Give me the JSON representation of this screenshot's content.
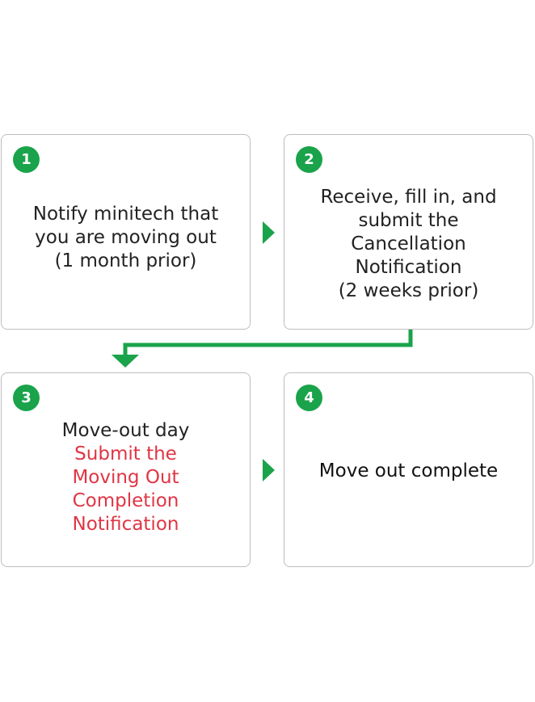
{
  "colors": {
    "accent_green": "#1aa34a",
    "highlight_red": "#e03545",
    "text_dark": "#222222",
    "box_border": "#bdbdbd"
  },
  "steps": [
    {
      "number": "1",
      "lines": [
        "Notify minitech that",
        "you are moving out",
        "(1 month prior)"
      ]
    },
    {
      "number": "2",
      "lines": [
        "Receive, fill in, and",
        "submit the",
        "Cancellation",
        "Notification",
        "(2 weeks prior)"
      ]
    },
    {
      "number": "3",
      "lines": [
        "Move-out day"
      ],
      "highlight_lines": [
        "Submit the",
        "Moving Out",
        "Completion",
        "Notification"
      ]
    },
    {
      "number": "4",
      "lines": [
        "Move out complete"
      ]
    }
  ]
}
